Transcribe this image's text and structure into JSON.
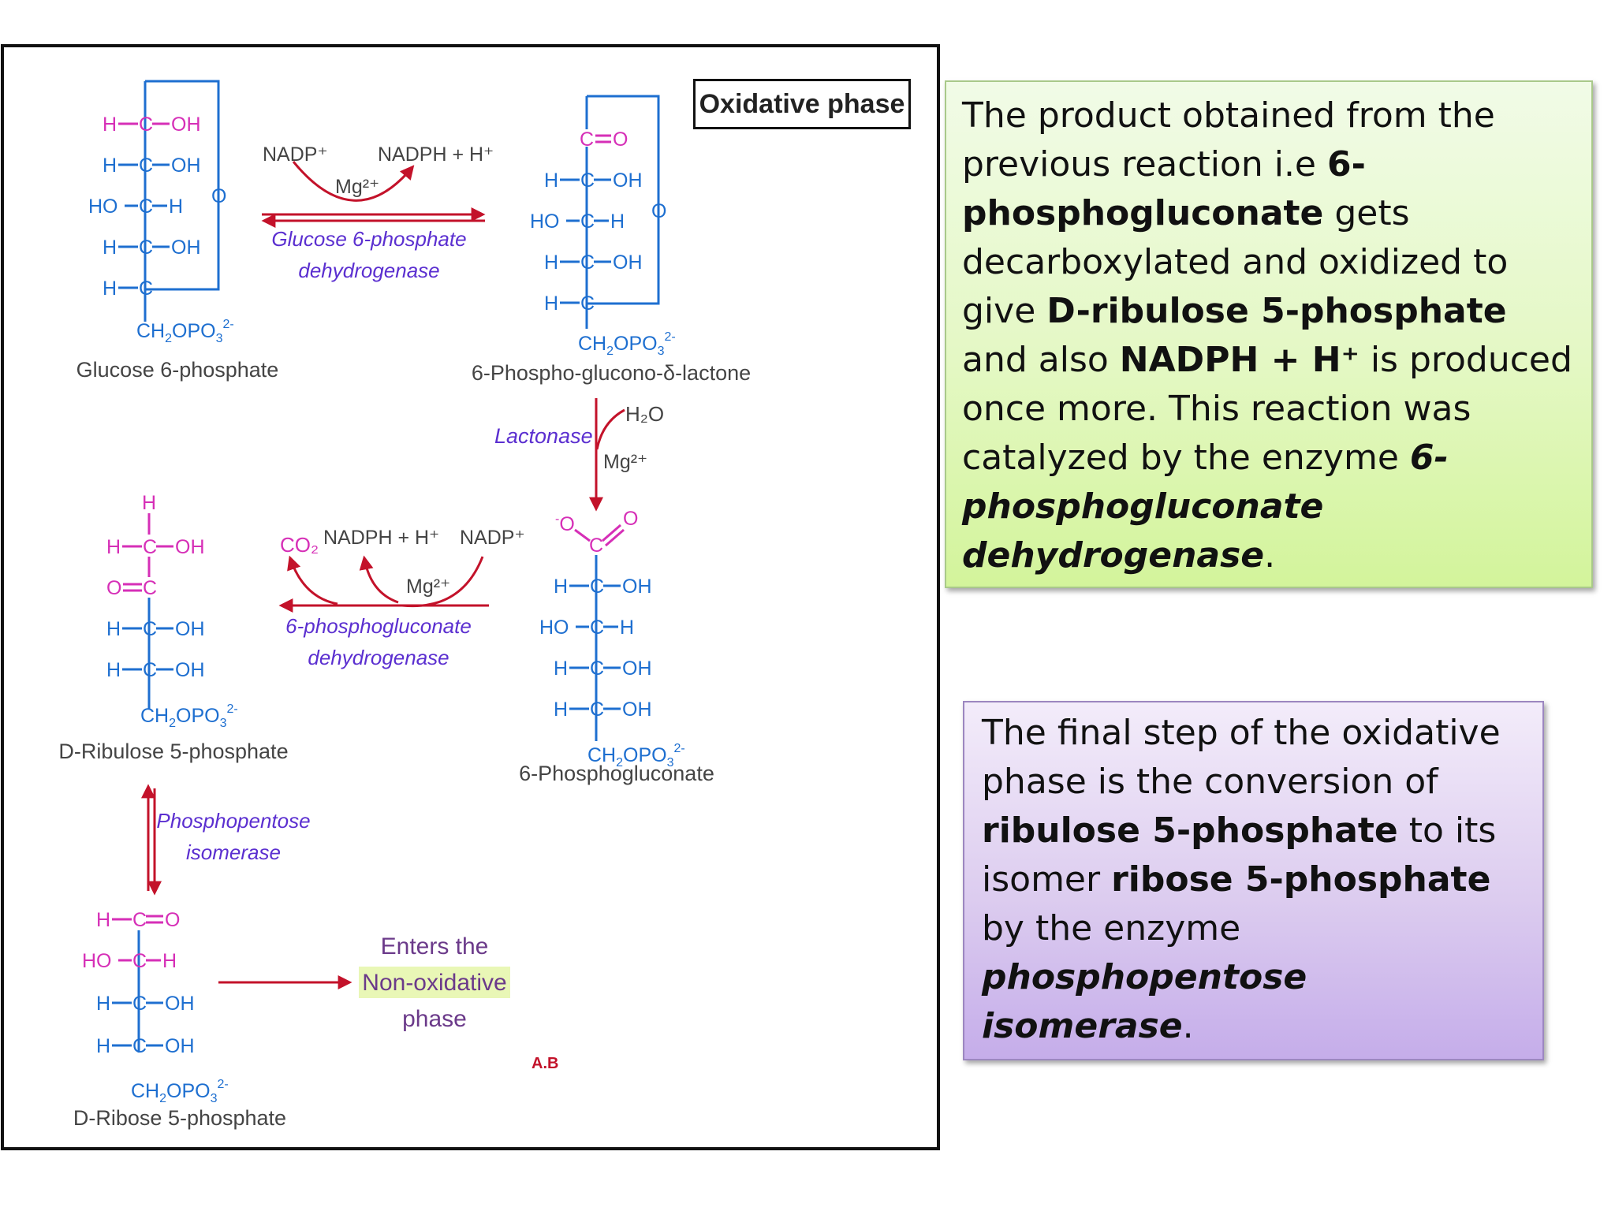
{
  "colors": {
    "bond_blue": "#1e6fd0",
    "carbon_magenta": "#d62fb7",
    "arrow_red": "#c3122a",
    "enzyme_purple": "#5b2fd0",
    "label_gray": "#444444"
  },
  "title": "Oxidative phase",
  "molecules": {
    "g6p": {
      "name": "Glucose 6-phosphate"
    },
    "lactone": {
      "name": "6-Phospho-glucono-δ-lactone"
    },
    "pg": {
      "name": "6-Phosphogluconate"
    },
    "ru5p": {
      "name": "D-Ribulose 5-phosphate"
    },
    "r5p": {
      "name": "D-Ribose 5-phosphate"
    }
  },
  "reaction1": {
    "cofactor_in": "NADP⁺",
    "cofactor_out": "NADPH + H⁺",
    "metal": "Mg²⁺",
    "enzyme_line1": "Glucose 6-phosphate",
    "enzyme_line2": "dehydrogenase"
  },
  "reaction2": {
    "enzyme": "Lactonase",
    "water": "H₂O",
    "metal": "Mg²⁺"
  },
  "reaction3": {
    "co2": "CO₂",
    "cofactor_out": "NADPH + H⁺",
    "cofactor_in": "NADP⁺",
    "metal": "Mg²⁺",
    "enzyme_line1": "6-phosphogluconate",
    "enzyme_line2": "dehydrogenase"
  },
  "reaction4": {
    "enzyme_line1": "Phosphopentose",
    "enzyme_line2": "isomerase"
  },
  "enters": {
    "line1": "Enters the",
    "line2": "Non-oxidative",
    "line3": "phase"
  },
  "watermark": "A.B",
  "note_green": {
    "t1": "The product obtained from the previous reaction i.e ",
    "b1": "6-phosphogluconate",
    "t2": " gets decarboxylated and oxidized to give ",
    "b2": "D-ribulose 5-phosphate",
    "t3": " and also ",
    "b3": "NADPH + H⁺",
    "t4": " is produced once more. This reaction was catalyzed by the enzyme ",
    "bi1": "6-phosphogluconate dehydrogenase",
    "t5": "."
  },
  "note_purple": {
    "t1": "The final step of the oxidative phase is the conversion of ",
    "b1": "ribulose 5-phosphate",
    "t2": " to its isomer ",
    "b2": "ribose 5-phosphate",
    "t3": " by the enzyme ",
    "bi1": "phosphopentose isomerase",
    "t4": "."
  }
}
